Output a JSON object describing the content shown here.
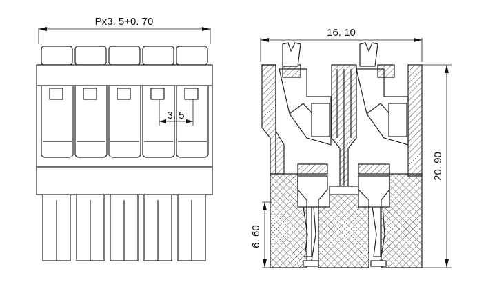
{
  "dimensions": {
    "front_pitch_total": "Px3. 5+0. 70",
    "front_pitch": "3. 5",
    "side_width": "16. 10",
    "side_height": "20. 90",
    "side_pin_height": "6. 60"
  },
  "front_view": {
    "pole_count": 5
  },
  "colors": {
    "line": "#222222",
    "background": "#ffffff"
  }
}
